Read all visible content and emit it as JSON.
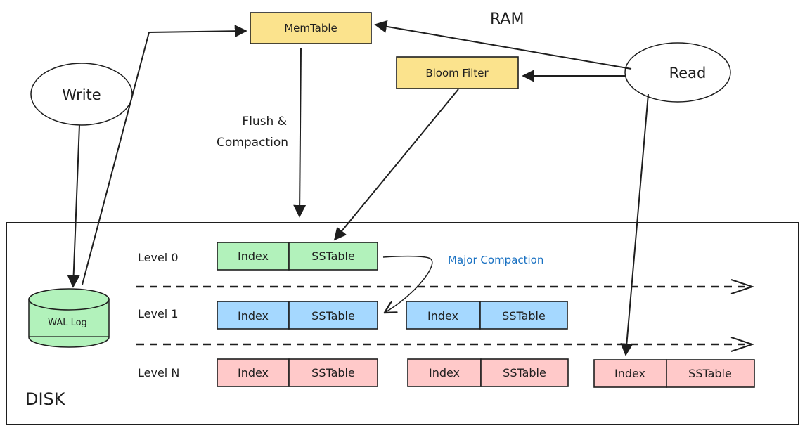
{
  "title_ram": "RAM",
  "title_disk": "DISK",
  "colors": {
    "yellow": "#fbe38d",
    "green": "#b2f2bb",
    "blue": "#a5d8ff",
    "red": "#ffc9c9",
    "accent_blue": "#1971c2",
    "stroke": "#1e1e1e"
  },
  "ram": {
    "memtable": "MemTable",
    "bloom_filter": "Bloom Filter"
  },
  "actors": {
    "write": "Write",
    "read": "Read"
  },
  "edges": {
    "flush_line1": "Flush &",
    "flush_line2": "Compaction",
    "major_compaction": "Major Compaction"
  },
  "disk": {
    "wal": "WAL Log",
    "levels": [
      {
        "label": "Level 0",
        "color": "green",
        "tables": [
          {
            "index": "Index",
            "sstable": "SSTable"
          }
        ]
      },
      {
        "label": "Level 1",
        "color": "blue",
        "tables": [
          {
            "index": "Index",
            "sstable": "SSTable"
          },
          {
            "index": "Index",
            "sstable": "SSTable"
          }
        ]
      },
      {
        "label": "Level N",
        "color": "red",
        "tables": [
          {
            "index": "Index",
            "sstable": "SSTable"
          },
          {
            "index": "Index",
            "sstable": "SSTable"
          },
          {
            "index": "Index",
            "sstable": "SSTable"
          }
        ]
      }
    ]
  }
}
